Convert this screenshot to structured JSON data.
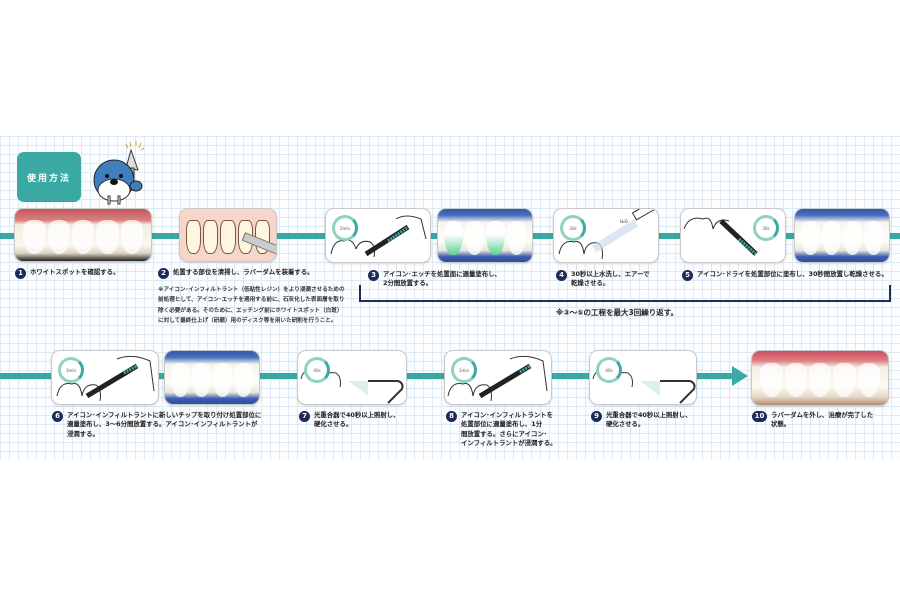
{
  "header": {
    "title": "使用方法",
    "mascot_icon": "walrus-mascot-with-instrument"
  },
  "colors": {
    "accent": "#3aa9a3",
    "badge": "#1f2b57",
    "grid": "#dde9f3"
  },
  "steps": [
    {
      "num": "1",
      "text": "ホワイトスポットを確認する。"
    },
    {
      "num": "2",
      "text": "処置する部位を清掃し、ラバーダムを装着する。"
    },
    {
      "num": "3",
      "text": "アイコン･エッチを処置面に適量塗布し、\n2分間放置する。",
      "timer": "2min"
    },
    {
      "num": "4",
      "text": "30秒以上水洗し、エアーで\n乾燥させる。",
      "timer": "30s",
      "label": "H2O"
    },
    {
      "num": "5",
      "text": "アイコン･ドライを処置部位に塗布し、30秒間放置し乾燥させる。",
      "timer": "30s"
    },
    {
      "num": "6",
      "text": "アイコン･インフィルトラントに新しいチップを取り付け処置部位に\n適量塗布し、3～6分間放置する。アイコン･インフィルトラントが\n浸潤する。",
      "timer": "3min"
    },
    {
      "num": "7",
      "text": "光重合器で40秒以上照射し、\n硬化させる。",
      "timer": "40s"
    },
    {
      "num": "8",
      "text": "アイコン･インフィルトラントを\n処置部位に適量塗布し、1分\n間放置する。さらにアイコン･\nインフィルトラントが浸潤する。",
      "timer": "1min"
    },
    {
      "num": "9",
      "text": "光重合器で40秒以上照射し、\n硬化させる。",
      "timer": "40s"
    },
    {
      "num": "10",
      "text": "ラバーダムを外し、治療が完了した\n状態。"
    }
  ],
  "note": "※アイコン･インフィルトラント（低粘性レジン）をより浸潤させるための前処理として、アイコン･エッチを適用する前に、石灰化した表面層を取り除く必要がある。そのために、エッチング前にホワイトスポット（白斑）に対して最終仕上げ（研磨）用のディスク等を用いた研削を行うこと。",
  "repeat_note": "※③～⑤の工程を最大3回繰り返す。"
}
